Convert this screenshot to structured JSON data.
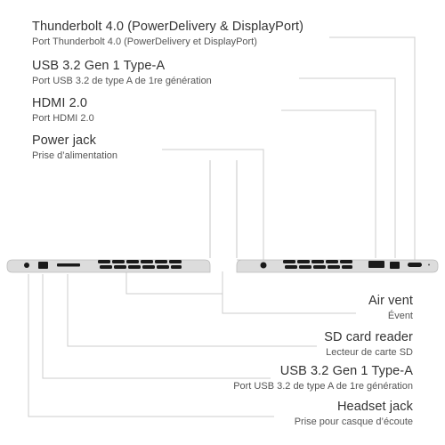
{
  "callouts_top": [
    {
      "en": "Thunderbolt 4.0 (PowerDelivery & DisplayPort)",
      "fr": "Port Thunderbolt 4.0 (PowerDelivery et DisplayPort)"
    },
    {
      "en": "USB 3.2 Gen 1 Type-A",
      "fr": "Port USB 3.2 de type A de 1re génération"
    },
    {
      "en": "HDMI 2.0",
      "fr": "Port HDMI 2.0"
    },
    {
      "en": "Power jack",
      "fr": "Prise d’alimentation"
    }
  ],
  "callouts_bottom": [
    {
      "en": "Air vent",
      "fr": "Évent"
    },
    {
      "en": "SD card reader",
      "fr": "Lecteur de carte SD"
    },
    {
      "en": "USB 3.2 Gen 1 Type-A",
      "fr": "Port USB 3.2 de type A de 1re génération"
    },
    {
      "en": "Headset jack",
      "fr": "Prise pour casque d’écoute"
    }
  ],
  "colors": {
    "line": "#cccccc",
    "body": "#d9d9d9",
    "port": "#1a1a1a"
  }
}
